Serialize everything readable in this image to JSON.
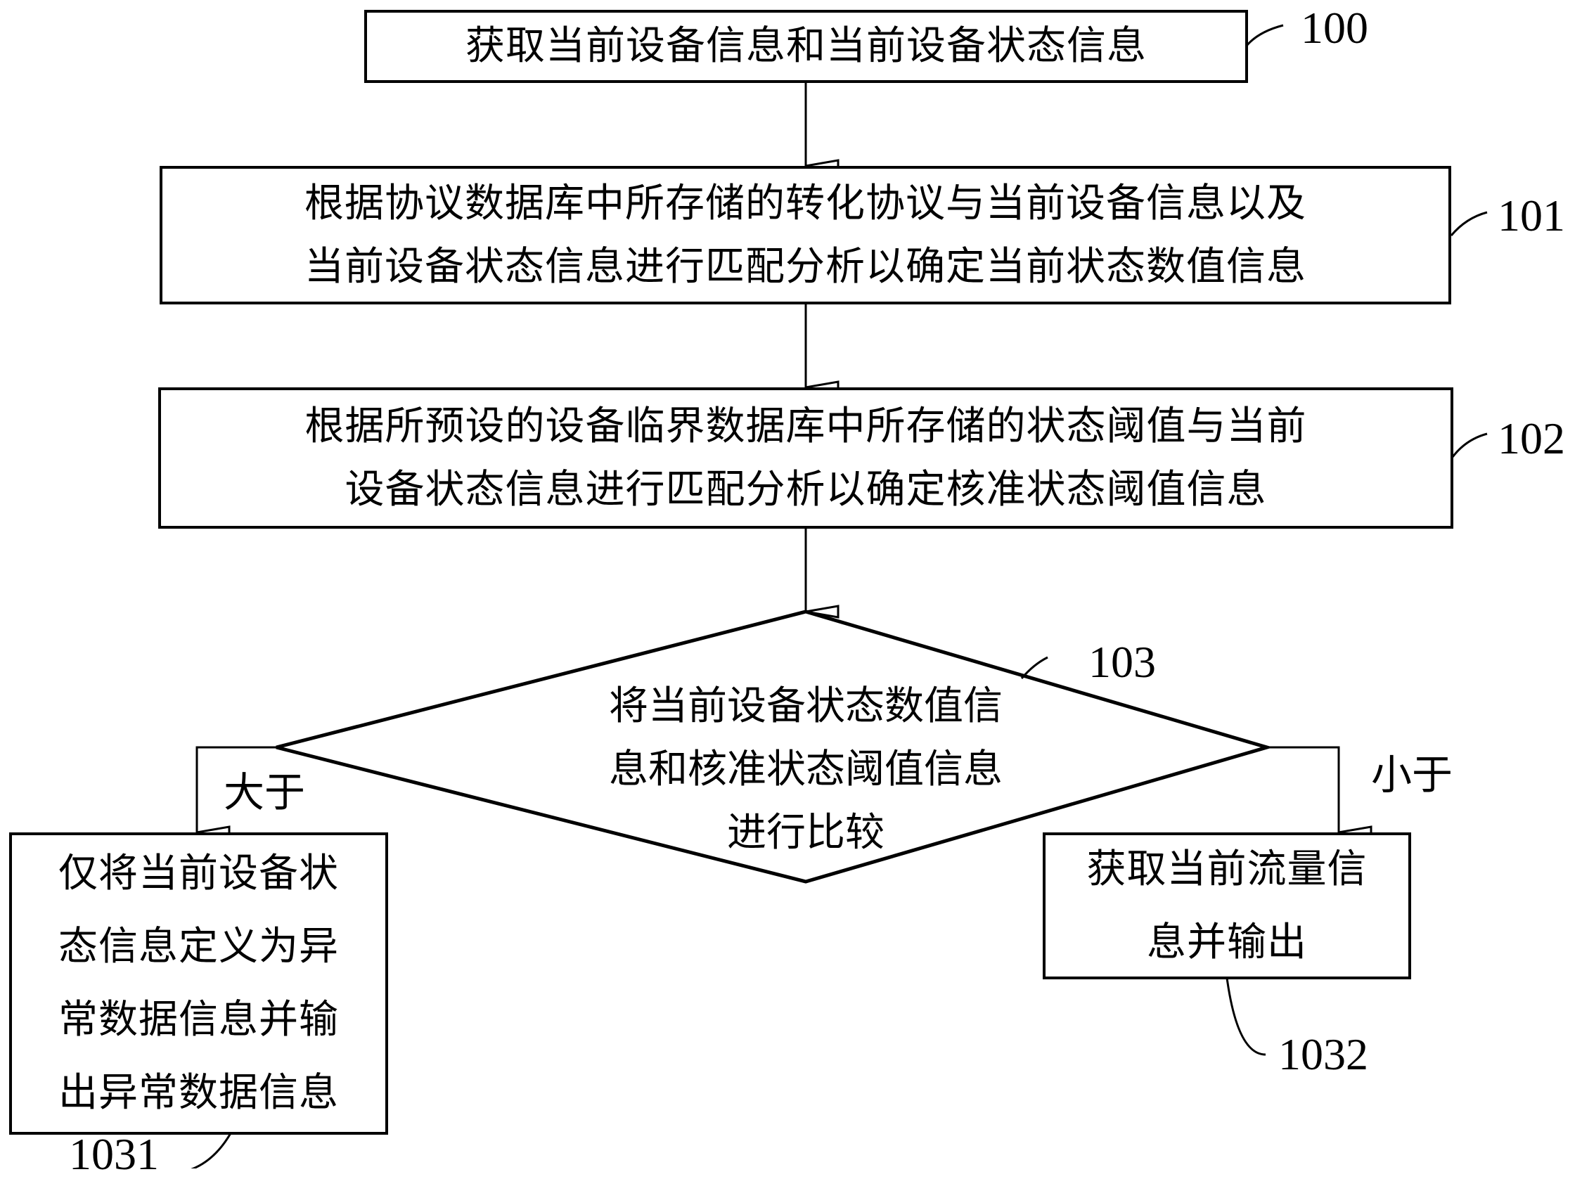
{
  "flowchart": {
    "steps": [
      {
        "id": "100",
        "ref": "100",
        "lines": [
          "获取当前设备信息和当前设备状态信息"
        ]
      },
      {
        "id": "101",
        "ref": "101",
        "lines": [
          "根据协议数据库中所存储的转化协议与当前设备信息以及",
          "当前设备状态信息进行匹配分析以确定当前状态数值信息"
        ]
      },
      {
        "id": "102",
        "ref": "102",
        "lines": [
          "根据所预设的设备临界数据库中所存储的状态阈值与当前",
          "设备状态信息进行匹配分析以确定核准状态阈值信息"
        ]
      }
    ],
    "decision": {
      "id": "103",
      "ref": "103",
      "lines": [
        "将当前设备状态数值信",
        "息和核准状态阈值信息",
        "进行比较"
      ]
    },
    "branches": {
      "greater": {
        "label": "大于",
        "ref": "1031",
        "lines": [
          "仅将当前设备状",
          "态信息定义为异",
          "常数据信息并输",
          "出异常数据信息"
        ]
      },
      "less": {
        "label": "小于",
        "ref": "1032",
        "lines": [
          "获取当前流量信",
          "息并输出"
        ]
      }
    }
  }
}
